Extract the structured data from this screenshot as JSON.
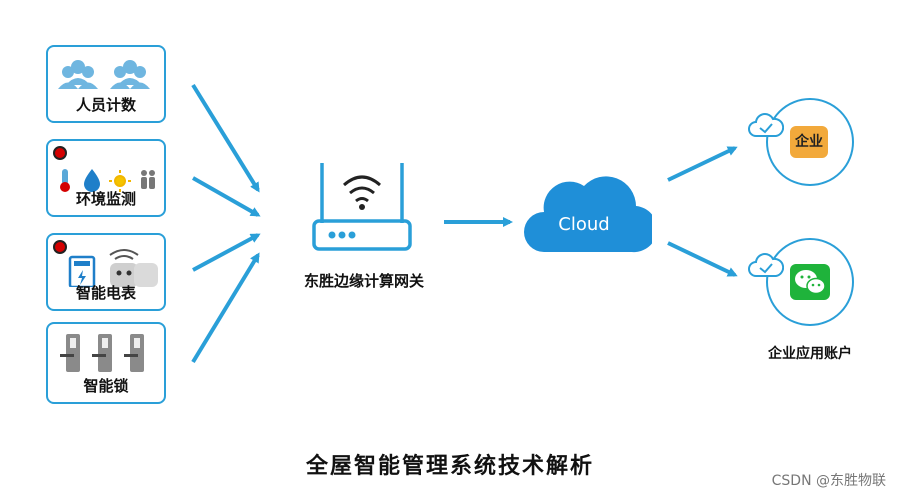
{
  "devices": [
    {
      "label": "人员计数",
      "icon": "people-icon"
    },
    {
      "label": "环境监测",
      "icon": "environment-sensors-icon"
    },
    {
      "label": "智能电表",
      "icon": "smart-meter-icon"
    },
    {
      "label": "智能锁",
      "icon": "door-lock-icon"
    }
  ],
  "gateway": {
    "label": "东胜边缘计算网关",
    "icon": "router-icon"
  },
  "cloud": {
    "label": "Cloud"
  },
  "enterprise": {
    "badge": "企业",
    "badge_color": "#f2a93b",
    "icon": "wechat-icon",
    "wechat_color": "#1fb33b"
  },
  "accounts_label": "企业应用账户",
  "title": "全屋智能管理系统技术解析",
  "watermark": "CSDN @东胜物联",
  "colors": {
    "accent": "#2a9fd8",
    "cloud": "#1f8fd8",
    "alert": "#d40000"
  }
}
